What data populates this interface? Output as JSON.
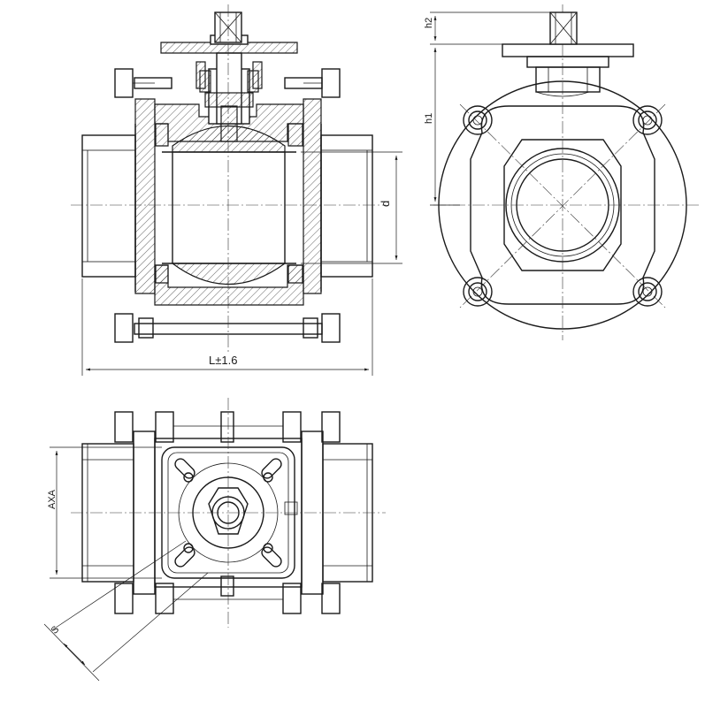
{
  "labels": {
    "length": "L±1.6",
    "bore": "d",
    "height1": "h1",
    "height2": "h2",
    "square": "AXA",
    "stem_flat": "S"
  }
}
